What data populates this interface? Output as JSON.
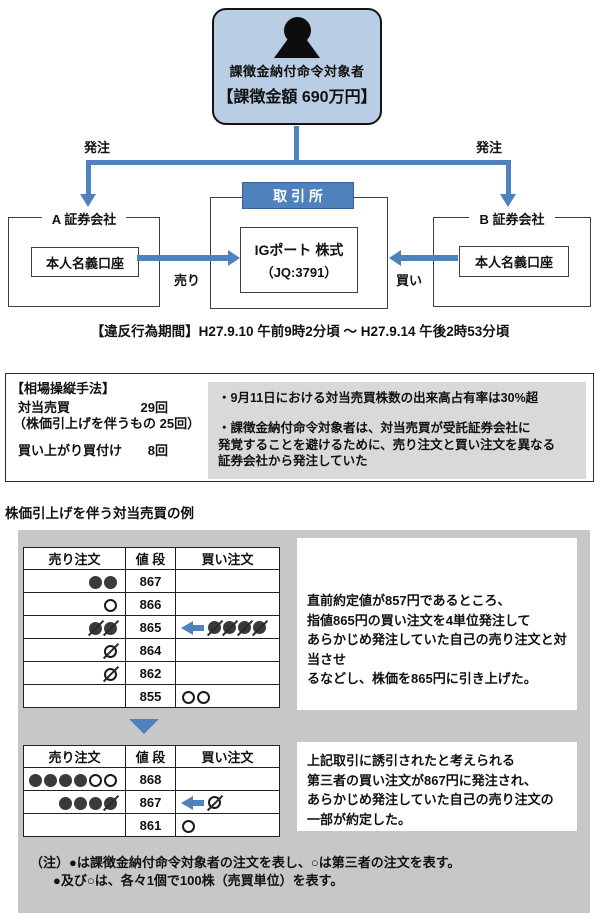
{
  "diagram": {
    "subject_box": {
      "line1": "課徴金納付命令対象者",
      "line2": "【課徴金額 690万円】"
    },
    "order_label_left": "発注",
    "order_label_right": "発注",
    "firm_a": {
      "label": "A 証券会社",
      "account": "本人名義口座"
    },
    "firm_b": {
      "label": "B 証券会社",
      "account": "本人名義口座"
    },
    "exchange": {
      "label": "取 引 所",
      "stock_line1": "IGポート 株式",
      "stock_line2": "（JQ:3791）"
    },
    "sell_label": "売り",
    "buy_label": "買い",
    "violation_period": "【違反行為期間】H27.9.10 午前9時2分頃 ～ H27.9.14 午後2時53分頃"
  },
  "method": {
    "title": "【相場操縦手法】",
    "stat1_label": "対当売買",
    "stat1_value": "29回",
    "stat2": "（株価引上げを伴うもの 25回）",
    "stat3_label": "買い上がり買付け",
    "stat3_value": "8回",
    "note1": "・9月11日における対当売買株数の出来高占有率は30%超",
    "note2": "・課徴金納付命令対象者は、対当売買が受託証券会社に\n発覚することを避けるために、売り注文と買い注文を異なる\n証券会社から発注していた"
  },
  "example": {
    "title": "株価引上げを伴う対当売買の例",
    "columns": [
      "売り注文",
      "値 段",
      "買い注文"
    ],
    "legend": {
      "filled_circle": "課徴金納付命令対象者の注文",
      "open_circle": "第三者の注文",
      "slash": "約定",
      "unit": "1個=100株（売買単位）"
    },
    "table1": {
      "rows": [
        {
          "sell": [
            "F",
            "F"
          ],
          "price": "867",
          "buy": [],
          "buy_arrow": false
        },
        {
          "sell": [
            "O"
          ],
          "price": "866",
          "buy": [],
          "buy_arrow": false
        },
        {
          "sell": [
            "FX",
            "FX"
          ],
          "price": "865",
          "buy": [
            "FX",
            "FX",
            "FX",
            "FX"
          ],
          "buy_arrow": true
        },
        {
          "sell": [
            "OX"
          ],
          "price": "864",
          "buy": [],
          "buy_arrow": false
        },
        {
          "sell": [
            "OX"
          ],
          "price": "862",
          "buy": [],
          "buy_arrow": false
        },
        {
          "sell": [],
          "price": "855",
          "buy": [
            "O",
            "O"
          ],
          "buy_arrow": false
        }
      ]
    },
    "explain1": "直前約定値が857円であるところ、\n指値865円の買い注文を4単位発注して\nあらかじめ発注していた自己の売り注文と対当させ\nるなどし、株価を865円に引き上げた。",
    "table2": {
      "rows": [
        {
          "sell": [
            "F",
            "F",
            "F",
            "F",
            "O",
            "O"
          ],
          "price": "868",
          "buy": [],
          "buy_arrow": false
        },
        {
          "sell": [
            "F",
            "F",
            "F",
            "FX"
          ],
          "price": "867",
          "buy": [
            "OX"
          ],
          "buy_arrow": true
        },
        {
          "sell": [],
          "price": "861",
          "buy": [
            "O"
          ],
          "buy_arrow": false
        }
      ]
    },
    "explain2": "上記取引に誘引されたと考えられる\n第三者の買い注文が867円に発注され、\nあらかじめ発注していた自己の売り注文の\n一部が約定した。",
    "notes": [
      "（注）●は課徴金納付命令対象者の注文を表し、○は第三者の注文を表す。",
      "●及び○は、各々1個で100株（売買単位）を表す。"
    ]
  },
  "colors": {
    "accent_blue": "#4f81bd",
    "subject_box_blue": "#b9cde5",
    "panel_gray": "#c7c7c7",
    "method_note_gray": "#d9d9d9"
  }
}
